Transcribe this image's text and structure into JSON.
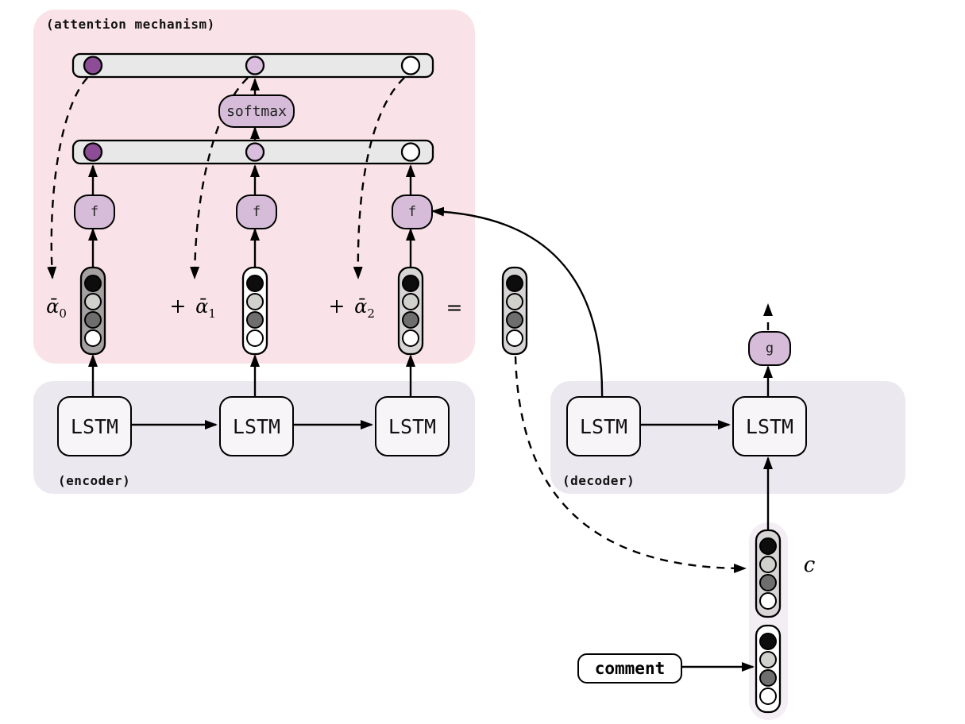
{
  "palette": {
    "page_bg": "#ffffff",
    "attention_bg": "#fae3e8",
    "encoder_bg": "#ece8f0",
    "decoder_bg": "#ece8f0",
    "context_strip_bg": "#f3edf4",
    "bar_fill": "#e8e8e8",
    "pill_fill": "#d6bcd8",
    "lstm_fill": "#f7f5f8",
    "line_color": "#000000",
    "node_dark_purple": "#8d4d96",
    "node_light_purple": "#d9bedd",
    "node_white": "#ffffff"
  },
  "attention": {
    "title": "(attention mechanism)",
    "softmax_label": "softmax",
    "f_labels": [
      "f",
      "f",
      "f"
    ],
    "weight_bar_nodes": [
      "#8d4d96",
      "#d9bedd",
      "#ffffff"
    ],
    "score_bar_nodes": [
      "#8d4d96",
      "#d9bedd",
      "#ffffff"
    ],
    "terms": [
      {
        "op": "",
        "sym": "ᾱ",
        "sub": "0"
      },
      {
        "op": "+",
        "sym": "ᾱ",
        "sub": "1"
      },
      {
        "op": "+",
        "sym": "ᾱ",
        "sub": "2"
      }
    ],
    "equals_sign": "="
  },
  "encoder": {
    "title": "(encoder)",
    "units": [
      "LSTM",
      "LSTM",
      "LSTM"
    ]
  },
  "decoder": {
    "title": "(decoder)",
    "units": [
      "LSTM",
      "LSTM"
    ],
    "g_label": "g"
  },
  "context": {
    "label": "c"
  },
  "comment_box": {
    "label": "comment"
  },
  "vectors": {
    "weighted_0": {
      "bg": "#a5a0a2",
      "cells": [
        "#0d0d0d",
        "#d0d0cc",
        "#6e6e6e",
        "#ffffff"
      ]
    },
    "weighted_1": {
      "bg": "#ffffff",
      "cells": [
        "#0d0d0d",
        "#d0d0cc",
        "#6e6e6e",
        "#ffffff"
      ]
    },
    "weighted_2": {
      "bg": "#d8d5d6",
      "cells": [
        "#0d0d0d",
        "#d0d0cc",
        "#6e6e6e",
        "#ffffff"
      ]
    },
    "result": {
      "bg": "#d8d5d6",
      "cells": [
        "#0d0d0d",
        "#d0d0cc",
        "#6e6e6e",
        "#ffffff"
      ]
    },
    "context_vec": {
      "bg": "#d8d5d6",
      "cells": [
        "#0d0d0d",
        "#d0d0cc",
        "#6e6e6e",
        "#ffffff"
      ]
    },
    "input_vec": {
      "bg": "#ffffff",
      "cells": [
        "#0d0d0d",
        "#d0d0cc",
        "#6e6e6e",
        "#ffffff"
      ]
    }
  }
}
